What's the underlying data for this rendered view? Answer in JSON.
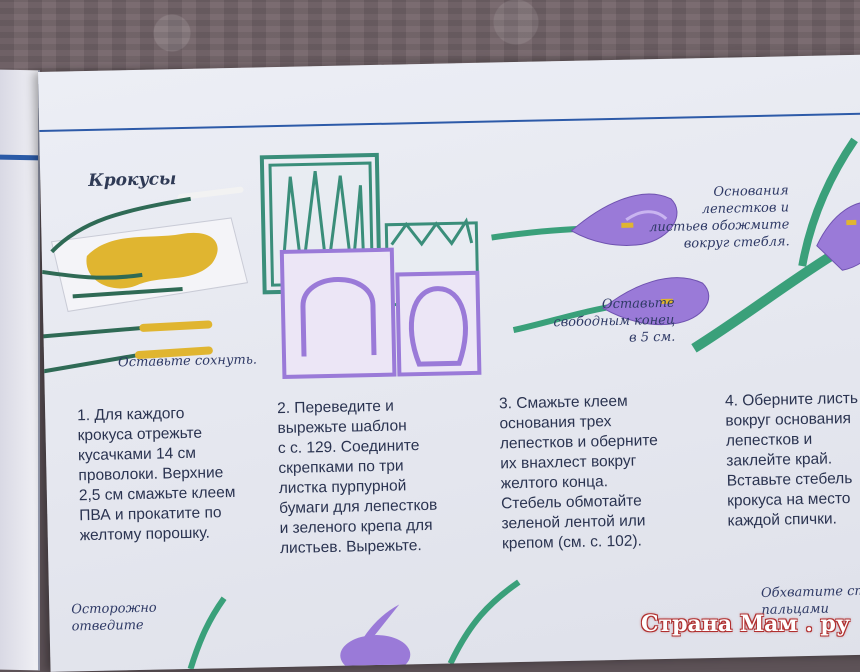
{
  "title": "Крокусы",
  "captions": {
    "dry": "Оставьте сохнуть.",
    "base": "Основания\nлепестков и\nлистьев обожмите\nвокруг стебля.",
    "free_end": "Оставьте\nсвободным конец\nв 5 см.",
    "warning_left": "Осторожно\nотведите",
    "warning_right": "Обхватите сте\nпальцами"
  },
  "steps": [
    {
      "text": "1. Для каждого\nкрокуса отрежьте\nкусачками 14 см\nпроволоки. Верхние\n2,5 см смажьте клеем\nПВА и прокатите по\nжелтому порошку."
    },
    {
      "text": "2. Переведите и\nвырежьте шаблон\nс с. 129. Соедините\nскрепками по три\nлистка пурпурной\nбумаги для лепестков\nи зеленого крепа для\nлистьев. Вырежьте."
    },
    {
      "text": "3. Смажьте клеем\nоснования трех\nлепестков и оберните\nих внахлест вокруг\nжелтого конца.\nСтебель обмотайте\nзеленой лентой или\nкрепом (см. с. 102)."
    },
    {
      "text": "4. Оберните листь\nвокруг основания\nлепестков и\nзаклейте край.\nВставьте стебель\nкрокуса на место\nкаждой спички."
    }
  ],
  "watermark": "Страна Мам . ру",
  "colors": {
    "rule": "#2d5aa8",
    "wire": "#2f6a55",
    "yellow": "#e0b530",
    "purple": "#9a7ad8",
    "green": "#3aa07a"
  }
}
